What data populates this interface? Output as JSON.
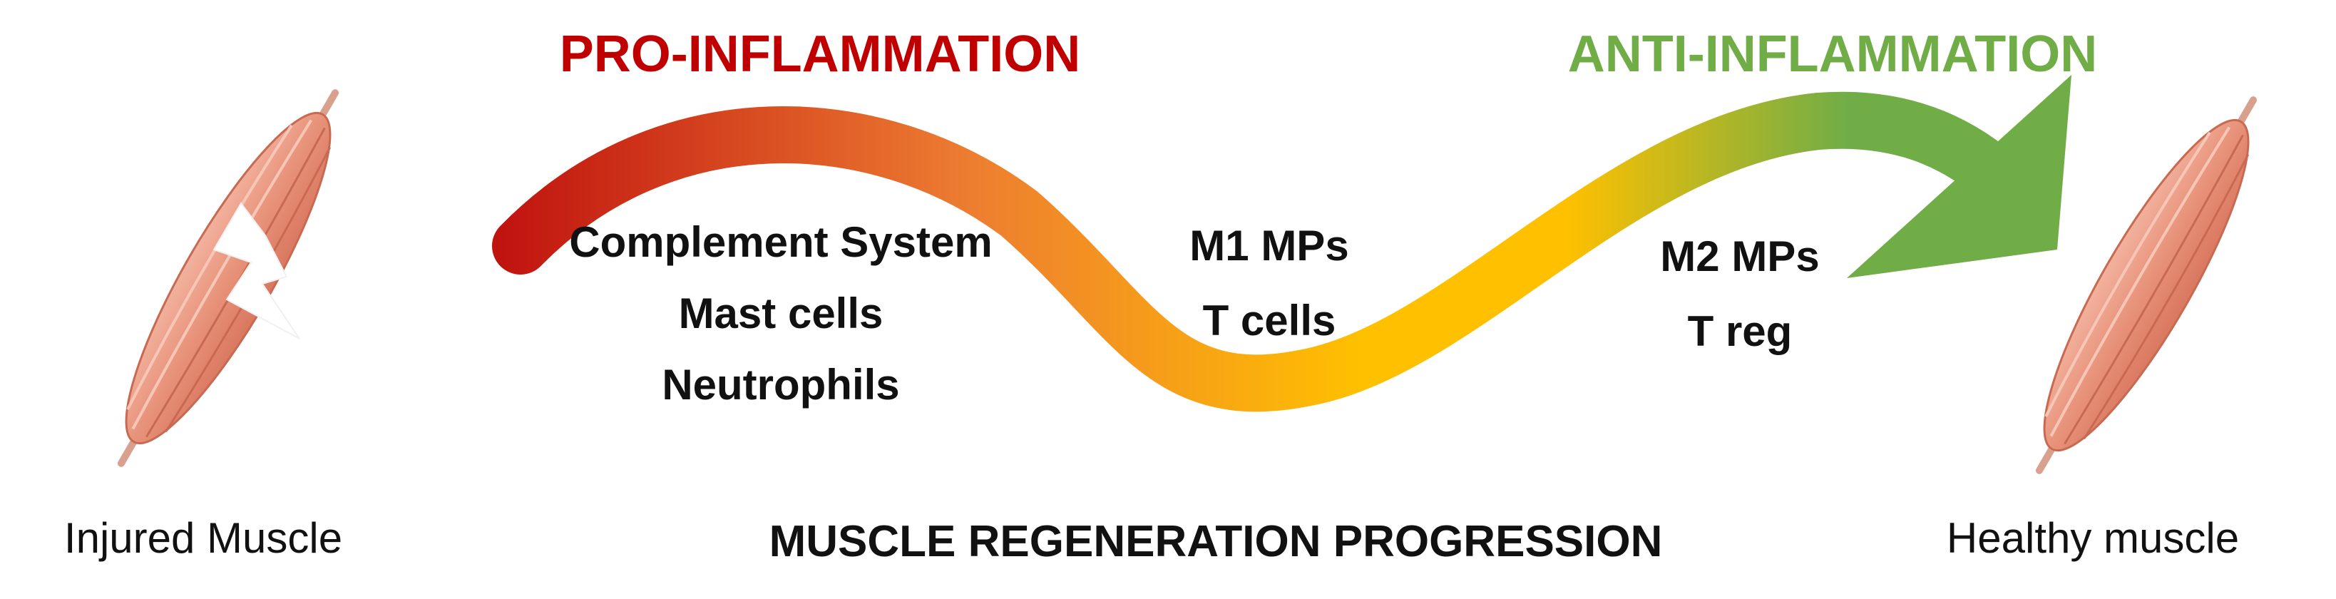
{
  "header": {
    "pro_label": "PRO-INFLAMMATION",
    "anti_label": "ANTI-INFLAMMATION"
  },
  "pro_cells": [
    "Complement System",
    "Mast cells",
    "Neutrophils"
  ],
  "mid_cells": [
    "M1 MPs",
    "T cells"
  ],
  "anti_cells": [
    "M2 MPs",
    "T reg"
  ],
  "labels": {
    "injured": "Injured Muscle",
    "healthy": "Healthy muscle",
    "progression": "MUSCLE REGENERATION PROGRESSION"
  },
  "colors": {
    "pro": "#c00000",
    "anti": "#70ad47",
    "gradient": [
      "#c00000",
      "#ed7d31",
      "#ffc000",
      "#70ad47"
    ],
    "muscle": "#e8927a"
  },
  "icons": [
    "muscle-icon",
    "lightning-icon"
  ]
}
